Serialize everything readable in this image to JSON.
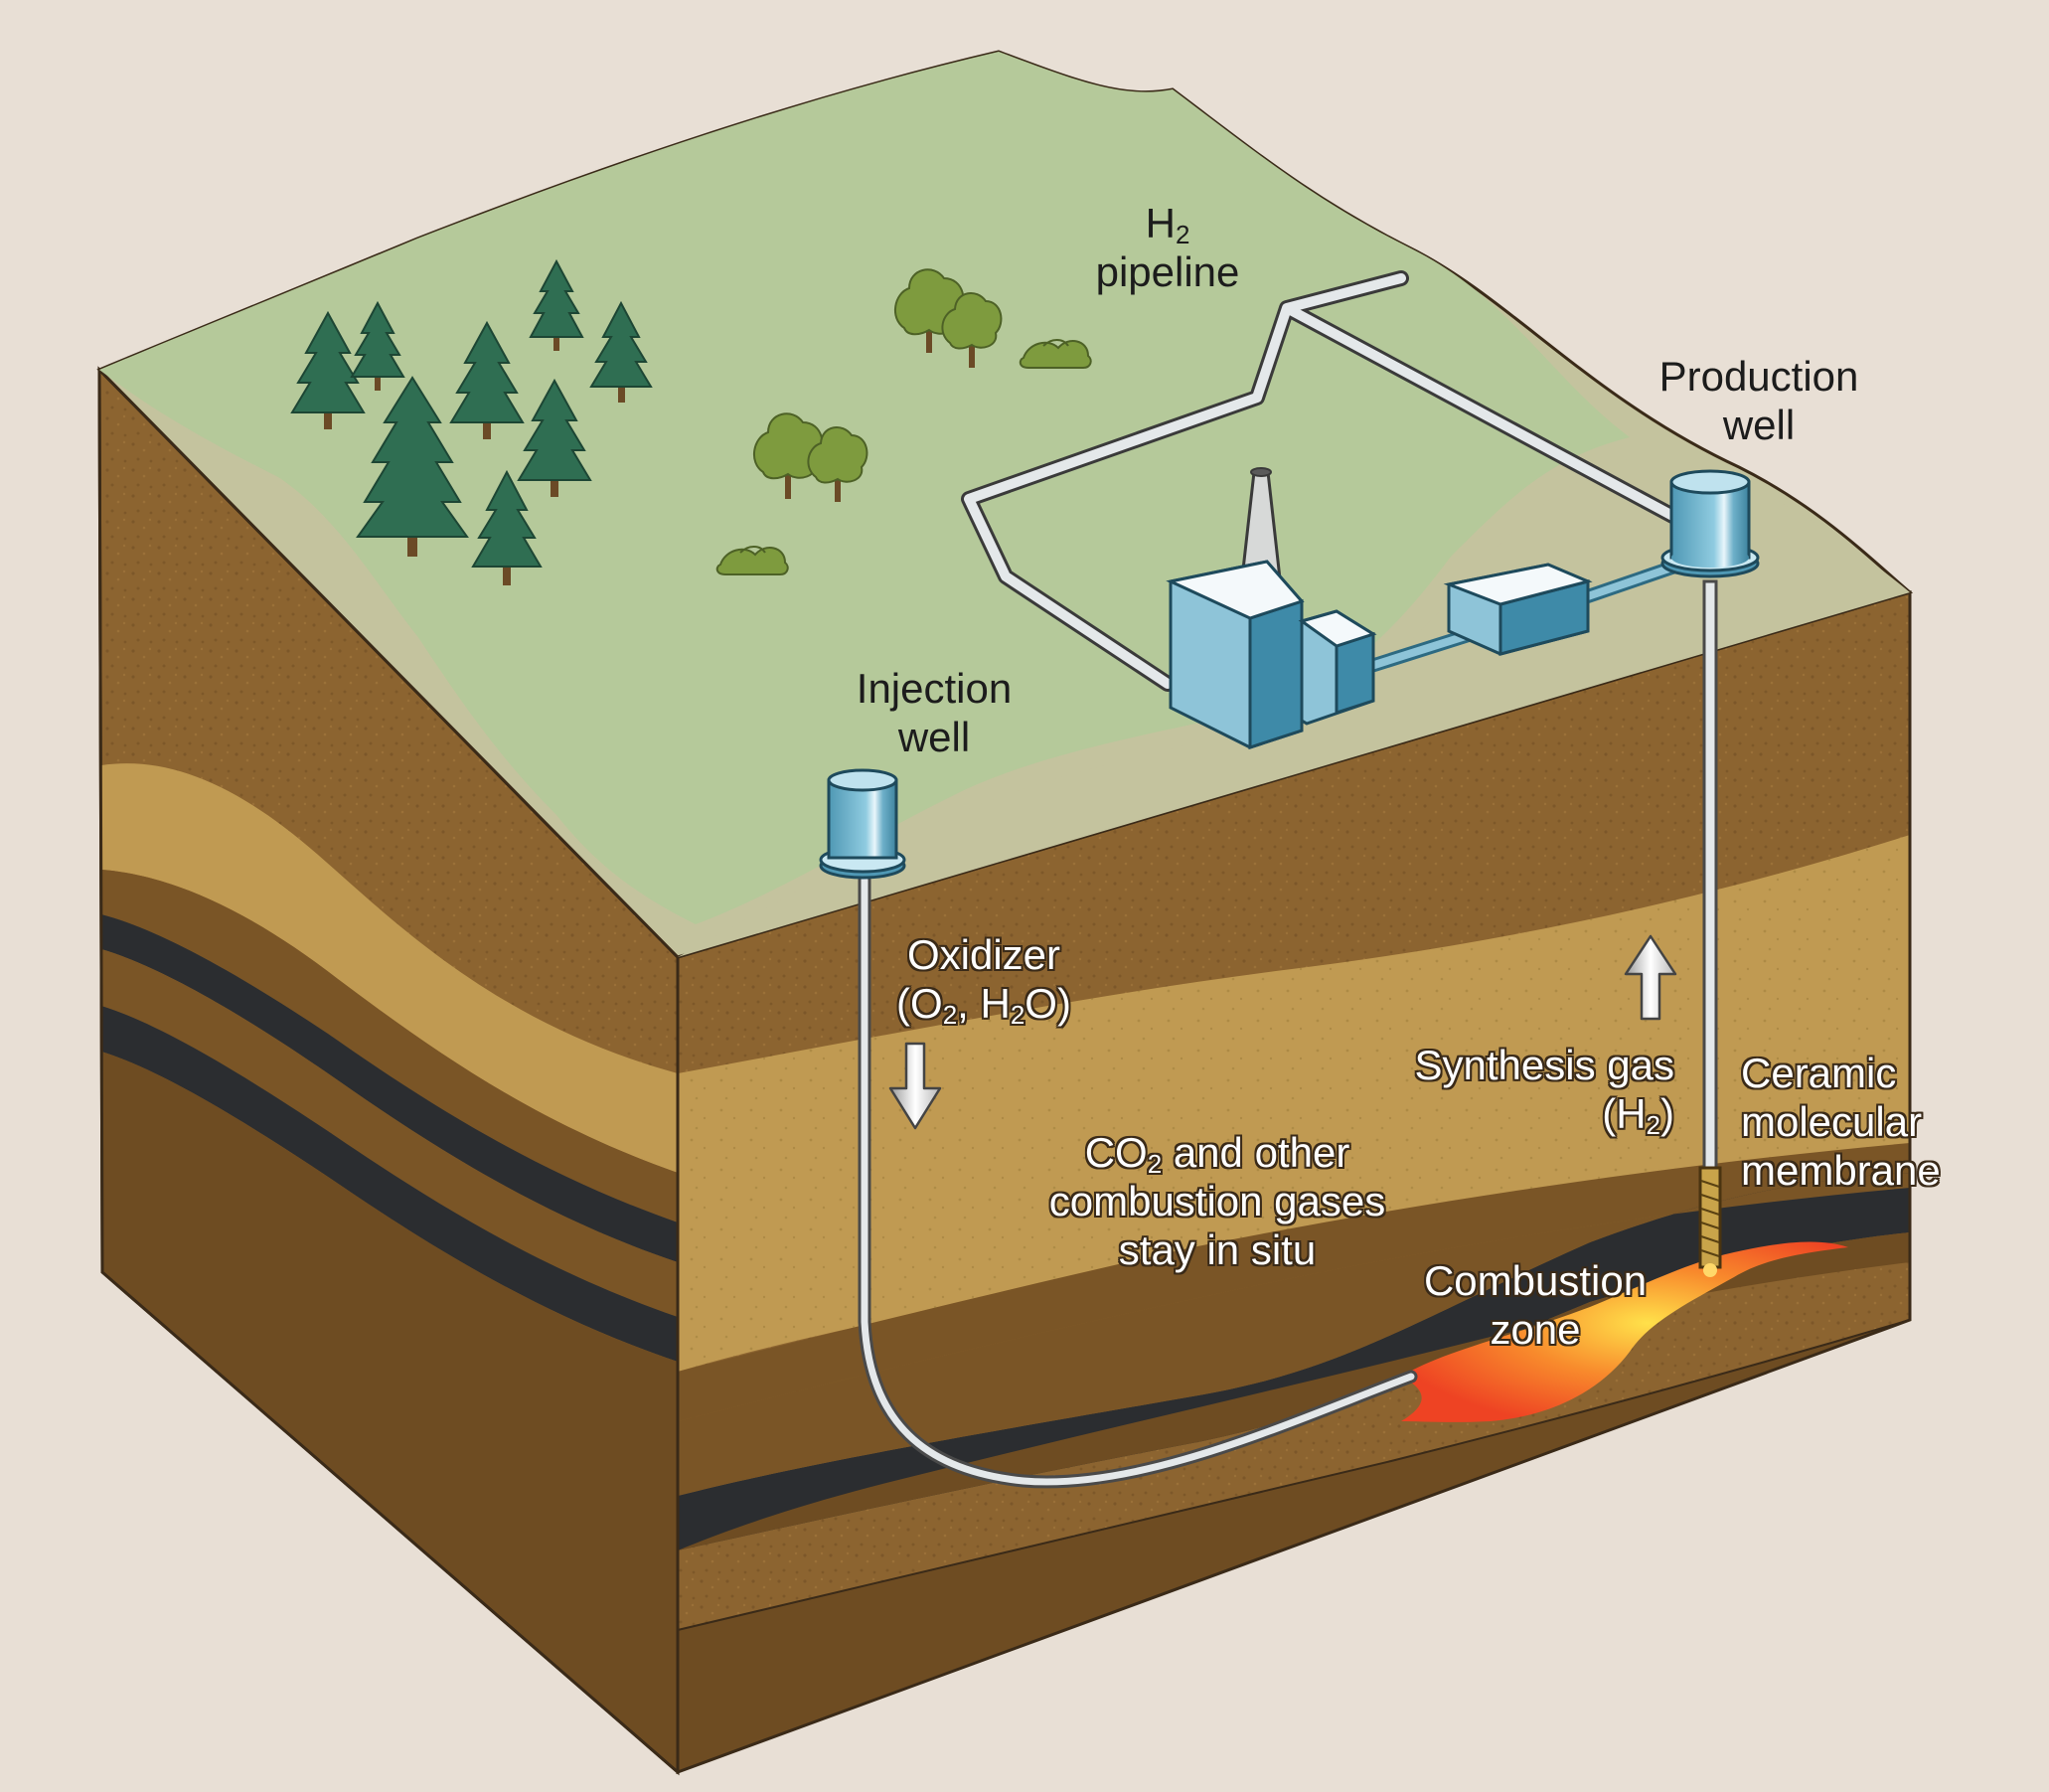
{
  "labels": {
    "h2_pipeline": {
      "formula": "H",
      "sub": "2",
      "line2": "pipeline"
    },
    "production_well": {
      "line1": "Production",
      "line2": "well"
    },
    "injection_well": {
      "line1": "Injection",
      "line2": "well"
    },
    "oxidizer": {
      "line1": "Oxidizer",
      "line2_a": "(O",
      "line2_sub1": "2",
      "line2_b": ", H",
      "line2_sub2": "2",
      "line2_c": "O)"
    },
    "synthesis_gas": {
      "line1": "Synthesis gas",
      "line2_a": "(H",
      "line2_sub": "2",
      "line2_b": ")"
    },
    "ceramic_membrane": {
      "line1": "Ceramic",
      "line2": "molecular",
      "line3": "membrane"
    },
    "co2": {
      "line1_a": "CO",
      "line1_sub": "2",
      "line1_b": " and other",
      "line2": "combustion gases",
      "line3": "stay in situ"
    },
    "combustion_zone": {
      "line1": "Combustion",
      "line2": "zone"
    }
  },
  "colors": {
    "background": "#e8dfd5",
    "grass": "#b5c99a",
    "pale_ground": "#c4c39e",
    "brown_soil": "#8c6430",
    "tan_layer": "#c09a52",
    "coal_seam": "#2b2d30",
    "dark_soil": "#6e4c22",
    "facility_blue": "#8ec4d8",
    "pipe": "#e4e8ea",
    "fire": "#f0542a",
    "tree": "#2f6e52",
    "deciduous": "#7e9b3e"
  }
}
